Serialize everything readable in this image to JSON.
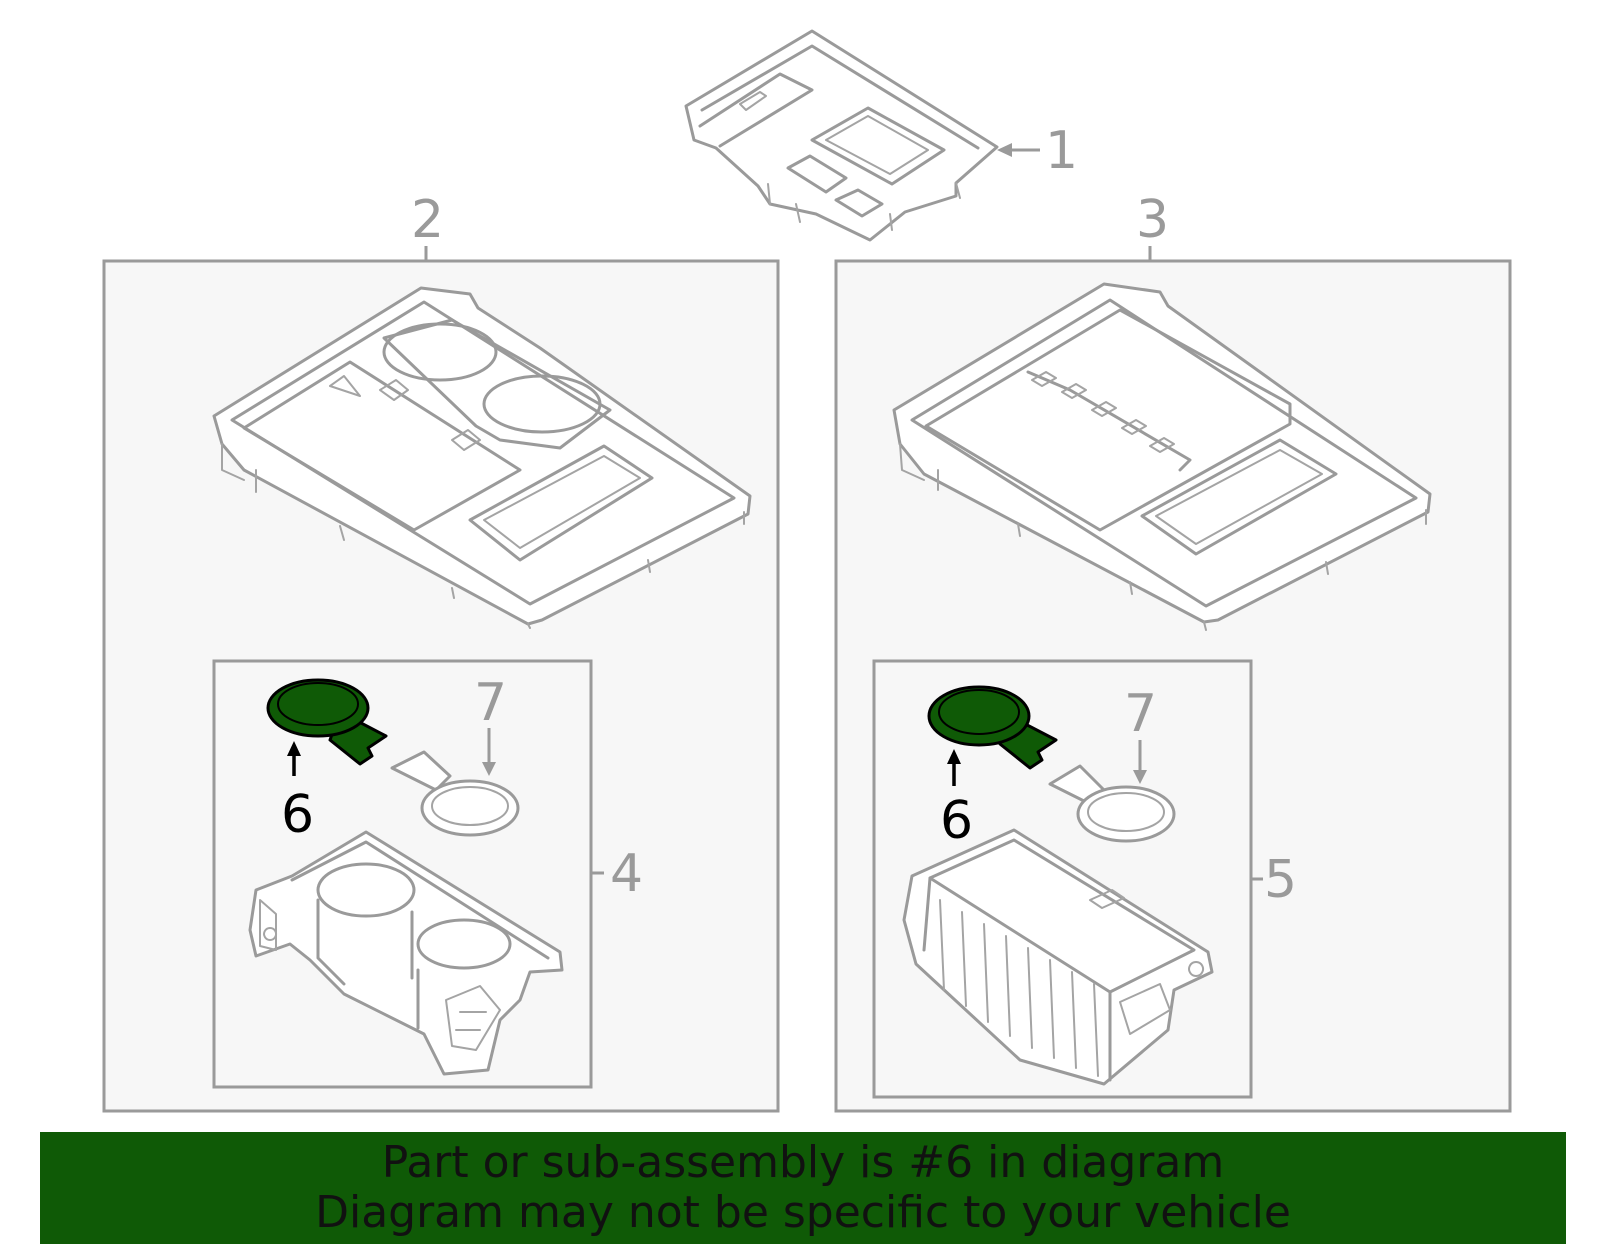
{
  "callouts": {
    "c1": "1",
    "c2": "2",
    "c3": "3",
    "c4": "4",
    "c5": "5",
    "c6_left": "6",
    "c6_right": "6",
    "c7_left": "7",
    "c7_right": "7"
  },
  "banner": {
    "line1": "Part or sub-assembly is #6 in diagram",
    "line2": "Diagram may not be specific to your vehicle"
  },
  "colors": {
    "highlight_part": "#0f5a06",
    "banner_background": "#0f5a06",
    "line_art": "#9a9a9a"
  }
}
